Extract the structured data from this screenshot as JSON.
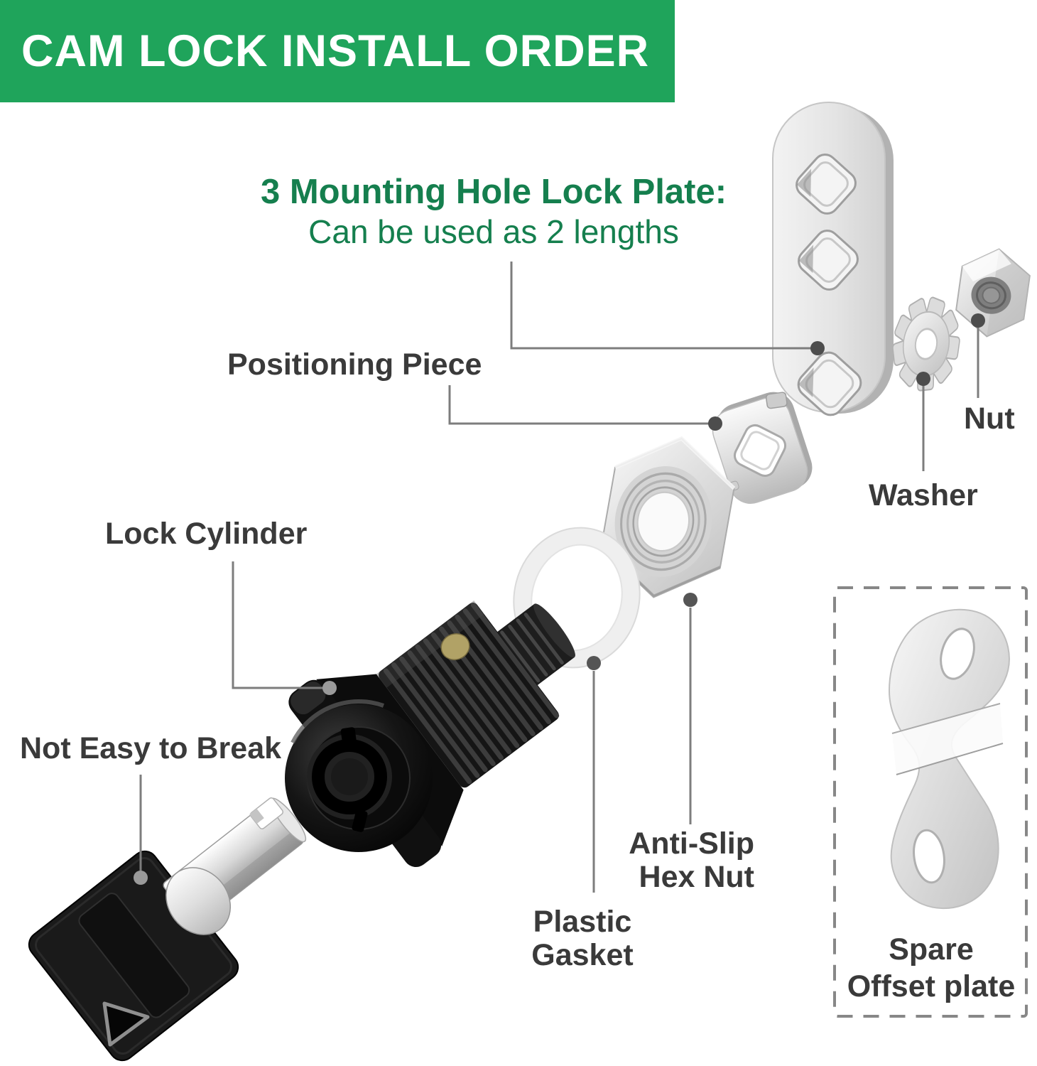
{
  "banner": {
    "title": "CAM LOCK INSTALL ORDER"
  },
  "heading": {
    "line1": "3 Mounting Hole Lock Plate:",
    "line2": "Can be used as 2 lengths"
  },
  "labels": {
    "positioning_piece": "Positioning Piece",
    "nut": "Nut",
    "washer": "Washer",
    "lock_cylinder": "Lock Cylinder",
    "not_easy_to_break": "Not Easy to Break",
    "anti_slip_line1": "Anti-Slip",
    "anti_slip_line2": "Hex Nut",
    "plastic_gasket_line1": "Plastic",
    "plastic_gasket_line2": "Gasket",
    "spare_line1": "Spare",
    "spare_line2": "Offset plate"
  },
  "part_icons": [
    "lock-plate-3-hole-icon",
    "star-washer-icon",
    "nut-icon",
    "positioning-piece-icon",
    "anti-slip-hex-nut-icon",
    "plastic-gasket-icon",
    "lock-cylinder-icon",
    "key-icon",
    "spare-offset-plate-icon"
  ],
  "colors": {
    "banner_bg": "#1fa45b",
    "banner_text": "#ffffff",
    "heading_text": "#157f4e",
    "label_text": "#3a3a3a",
    "connector_line": "#7d7d7d",
    "dashed_border": "#878787",
    "brass_pin": "#b1a266"
  }
}
